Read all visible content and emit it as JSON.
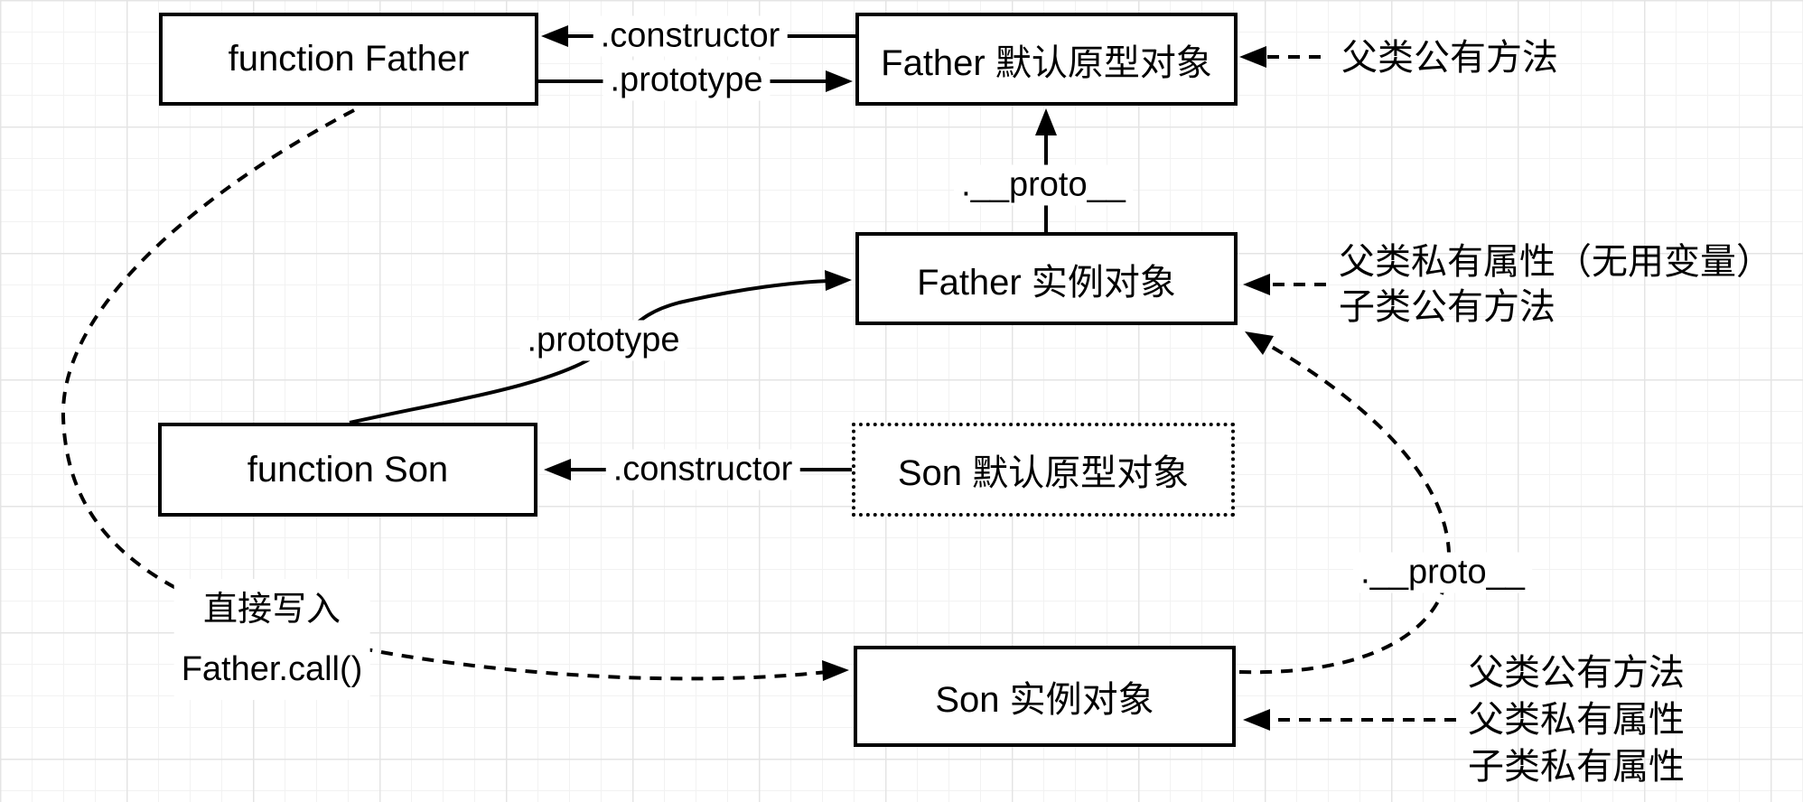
{
  "diagram": {
    "boxes": {
      "function_father": {
        "label": "function Father"
      },
      "father_default_prototype": {
        "label": "Father 默认原型对象"
      },
      "father_instance": {
        "label": "Father 实例对象"
      },
      "function_son": {
        "label": "function Son"
      },
      "son_default_prototype": {
        "label": "Son 默认原型对象"
      },
      "son_instance": {
        "label": "Son 实例对象"
      }
    },
    "edges": {
      "constructor_top": {
        "label": ".constructor"
      },
      "prototype_top": {
        "label": ".prototype"
      },
      "proto_father": {
        "label": ".__proto__"
      },
      "prototype_curve": {
        "label": ".prototype"
      },
      "constructor_bottom": {
        "label": ".constructor"
      },
      "proto_son": {
        "label": ".__proto__"
      },
      "direct_write": {
        "line1": "直接写入",
        "line2": "Father.call()"
      }
    },
    "annotations": {
      "father_default_prototype_note": {
        "line1": "父类公有方法"
      },
      "father_instance_note": {
        "line1": "父类私有属性（无用变量）",
        "line2": "子类公有方法"
      },
      "son_instance_note": {
        "line1": "父类公有方法",
        "line2": "父类私有属性",
        "line3": "子类私有属性"
      }
    },
    "colors": {
      "stroke": "#000000",
      "canvas_bg": "#ffffff",
      "grid_minor": "#f2f2f2",
      "grid_major": "#e4e4e4"
    }
  }
}
